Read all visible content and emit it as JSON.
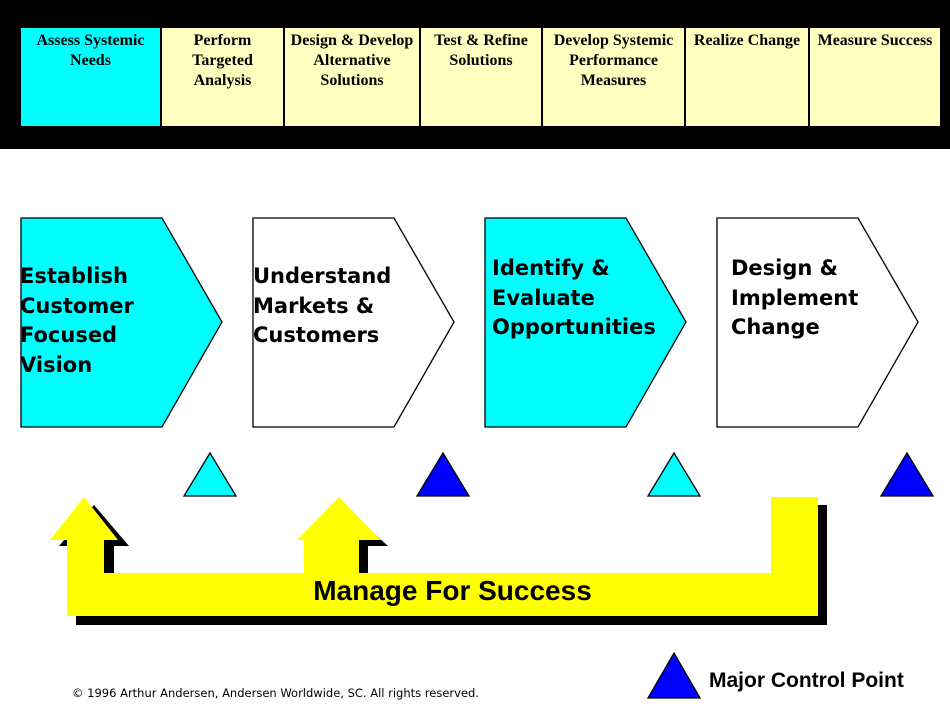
{
  "colors": {
    "cyan": "#00FFFF",
    "pale_yellow": "#FFFFC0",
    "yellow": "#FFFF00",
    "blue": "#0000FF",
    "band": "#000000"
  },
  "phases": [
    {
      "label": "Assess Systemic\nNeeds",
      "fill": "cyan"
    },
    {
      "label": "Perform\nTargeted\nAnalysis",
      "fill": "pale_yellow"
    },
    {
      "label": "Design & Develop\nAlternative\nSolutions",
      "fill": "pale_yellow"
    },
    {
      "label": "Test & Refine\nSolutions",
      "fill": "pale_yellow"
    },
    {
      "label": "Develop Systemic\nPerformance\nMeasures",
      "fill": "pale_yellow"
    },
    {
      "label": "Realize Change",
      "fill": "pale_yellow"
    },
    {
      "label": "Measure Success",
      "fill": "pale_yellow"
    }
  ],
  "steps": [
    {
      "label": "Establish\nCustomer\nFocused\nVision",
      "fill": "cyan"
    },
    {
      "label": "Understand\nMarkets &\nCustomers",
      "fill": "white"
    },
    {
      "label": "Identify &\nEvaluate\nOpportunities",
      "fill": "cyan"
    },
    {
      "label": "Design &\nImplement\nChange",
      "fill": "white"
    }
  ],
  "control_points": [
    {
      "icon": "control-point-triangle-icon",
      "fill": "cyan"
    },
    {
      "icon": "major-control-point-triangle-icon",
      "fill": "blue"
    },
    {
      "icon": "control-point-triangle-icon",
      "fill": "cyan"
    },
    {
      "icon": "major-control-point-triangle-icon",
      "fill": "blue"
    }
  ],
  "manage_label": "Manage For Success",
  "legend": {
    "label": "Major Control Point",
    "icon": "major-control-point-triangle-icon"
  },
  "copyright": "© 1996 Arthur Andersen, Andersen Worldwide, SC. All rights reserved."
}
